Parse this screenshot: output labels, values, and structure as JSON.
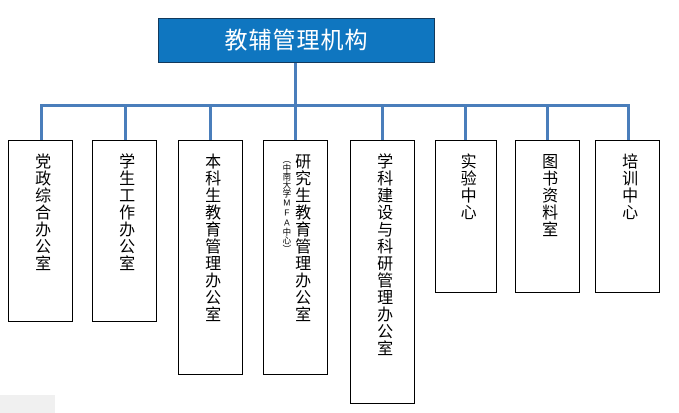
{
  "diagram": {
    "type": "organizational-chart",
    "orientation": "top-down",
    "root": {
      "label": "教辅管理机构",
      "fill_color": "#0f76c0",
      "border_color": "#12395c",
      "text_color": "#ffffff"
    },
    "connector_color": "#4a7ebb",
    "node_border_color": "#000000",
    "node_fill_color": "#ffffff",
    "children": [
      {
        "label": "党政综合办公室",
        "sublabel": ""
      },
      {
        "label": "学生工作办公室",
        "sublabel": ""
      },
      {
        "label": "本科生教育管理办公室",
        "sublabel": ""
      },
      {
        "label": "研究生教育管理办公室",
        "sublabel": "（中南大学MFA中心）"
      },
      {
        "label": "学科建设与科研管理办公室",
        "sublabel": ""
      },
      {
        "label": "实验中心",
        "sublabel": ""
      },
      {
        "label": "图书资料室",
        "sublabel": ""
      },
      {
        "label": "培训中心",
        "sublabel": ""
      }
    ]
  }
}
